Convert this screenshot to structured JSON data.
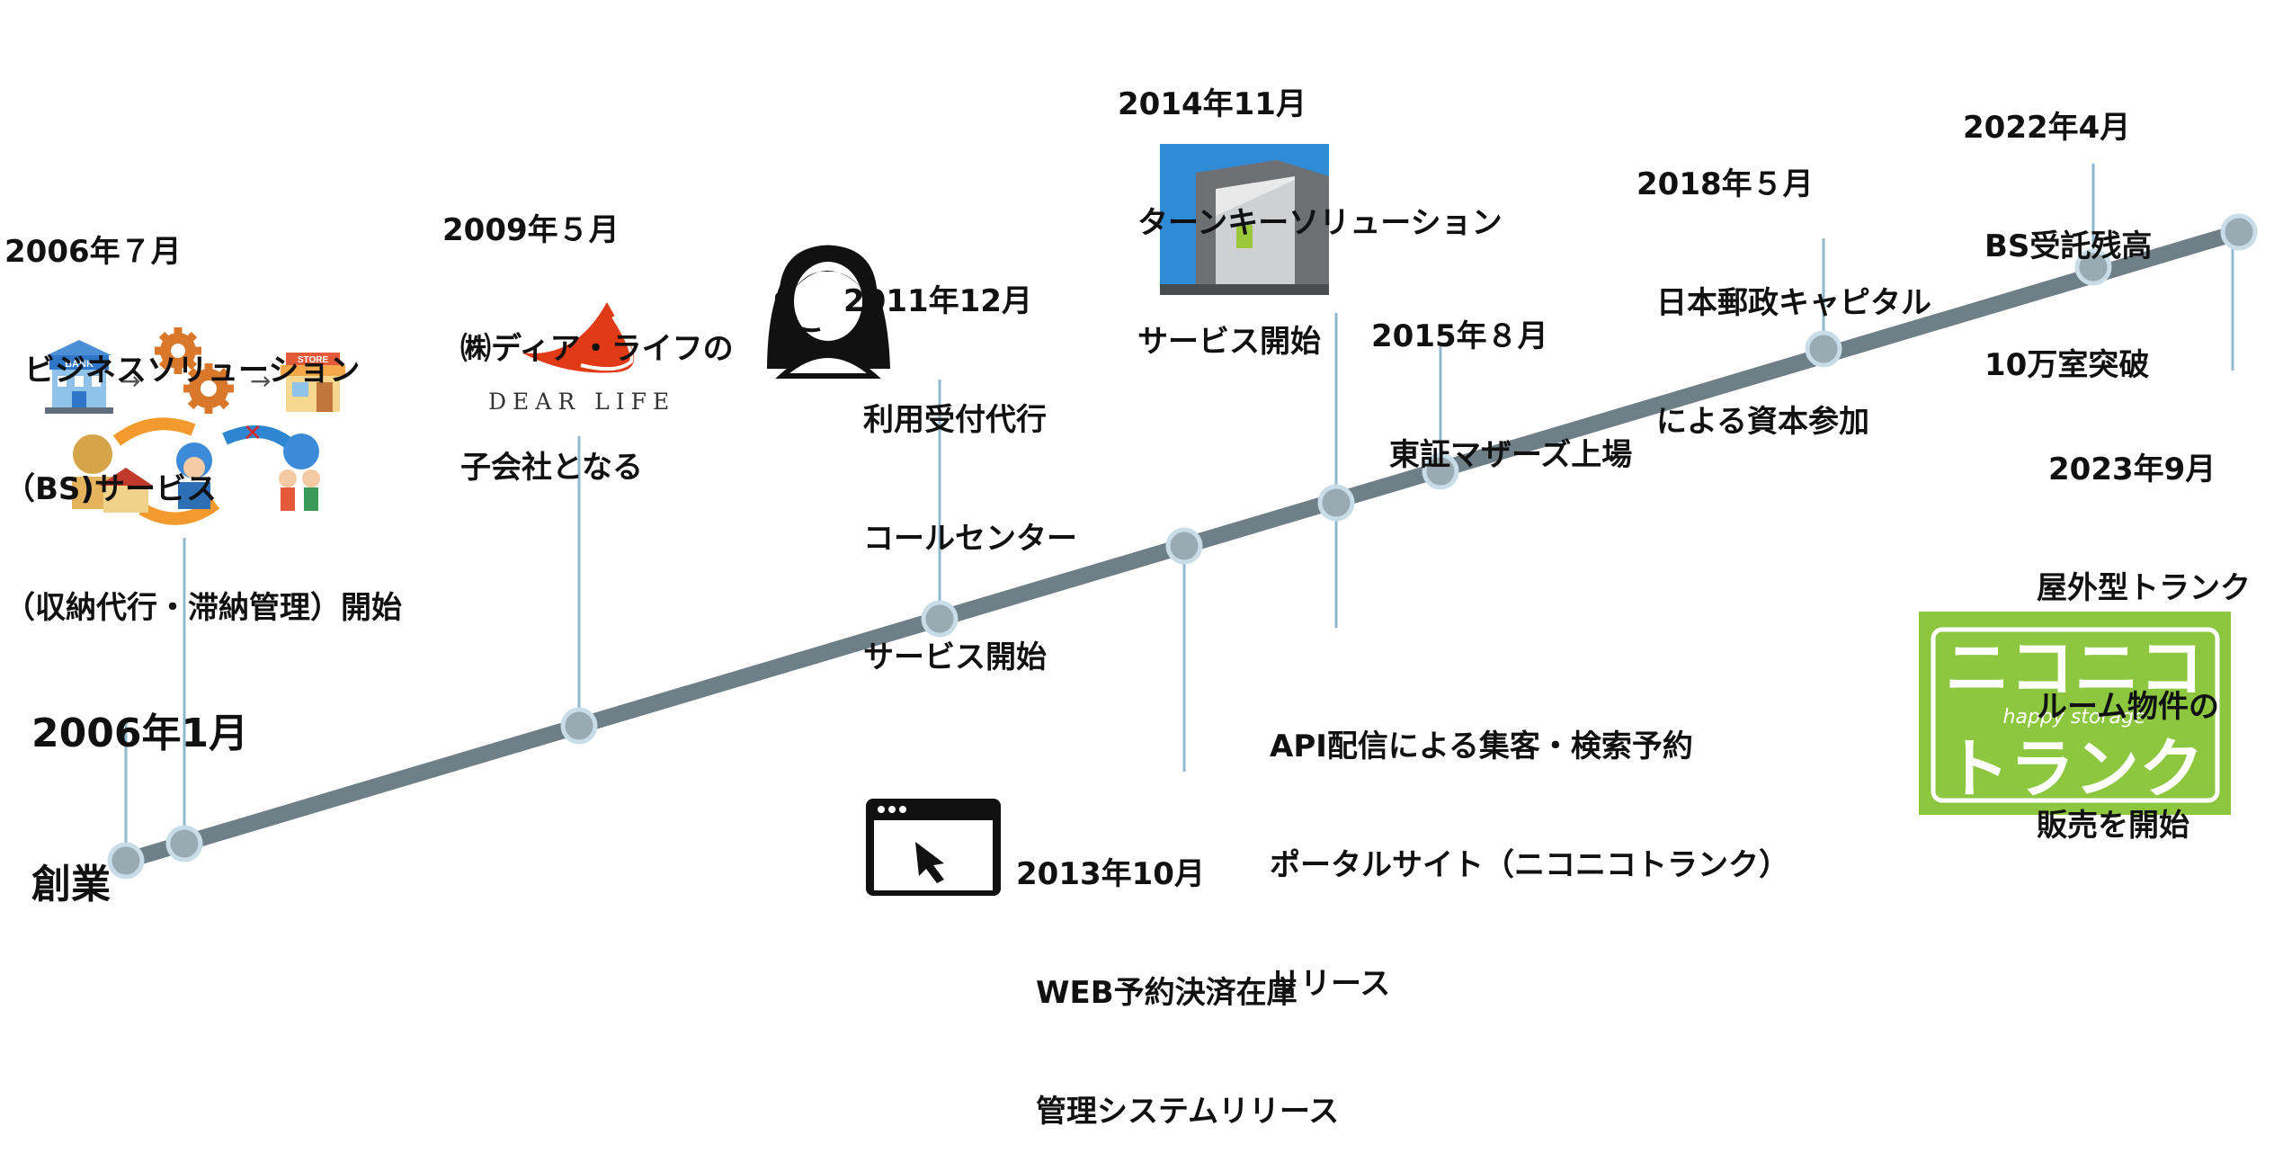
{
  "events": [
    {
      "id": "2006-01",
      "date": "2006年1月",
      "lines": [
        "創業"
      ]
    },
    {
      "id": "2006-07",
      "date": "2006年７月",
      "lines": [
        "ビジネスソリューション",
        "（BS)サービス",
        "（収納代行・滞納管理）開始"
      ]
    },
    {
      "id": "2009-05",
      "date": "2009年５月",
      "lines": [
        "㈱ディア・ライフの",
        "子会社となる"
      ]
    },
    {
      "id": "2011-12",
      "date": "2011年12月",
      "lines": [
        "利用受付代行",
        "コールセンター",
        "サービス開始"
      ]
    },
    {
      "id": "2013-10",
      "date": "2013年10月",
      "lines": [
        "WEB予約決済在庫",
        "管理システムリリース"
      ]
    },
    {
      "id": "2014-11",
      "date": "2014年11月",
      "lines": [
        "ターンキーソリューション",
        "サービス開始"
      ]
    },
    {
      "id": "2015-08",
      "date": "2015年８月",
      "lines": [
        "東証マザーズ上場"
      ]
    },
    {
      "id": "2018-05",
      "date": "2018年５月",
      "lines": [
        "日本郵政キャピタル",
        "による資本参加"
      ]
    },
    {
      "id": "2022-04",
      "date": "2022年4月",
      "lines": [
        "BS受託残高",
        "10万室突破"
      ]
    },
    {
      "id": "2023-09",
      "date": "2023年9月",
      "lines": [
        "屋外型トランク",
        "ルーム物件の",
        "販売を開始"
      ]
    }
  ],
  "api_release": {
    "lines": [
      "API配信による集客・検索予約",
      "ポータルサイト（ニコニコトランク）",
      "リリース"
    ]
  },
  "logos": {
    "dear_life": "DEAR LIFE",
    "niconico_top": "ニコニコ",
    "niconico_mid": "happy storage",
    "niconico_bottom": "トランク",
    "bank_label": "BANK",
    "store_label": "STORE"
  },
  "colors": {
    "timeline": "#6f7f88",
    "node_fill": "#9aaab2",
    "node_stroke": "#c9dde8",
    "connector": "#8fb8cf",
    "dear_red": "#e03a16",
    "nico_green": "#8dc63f"
  }
}
